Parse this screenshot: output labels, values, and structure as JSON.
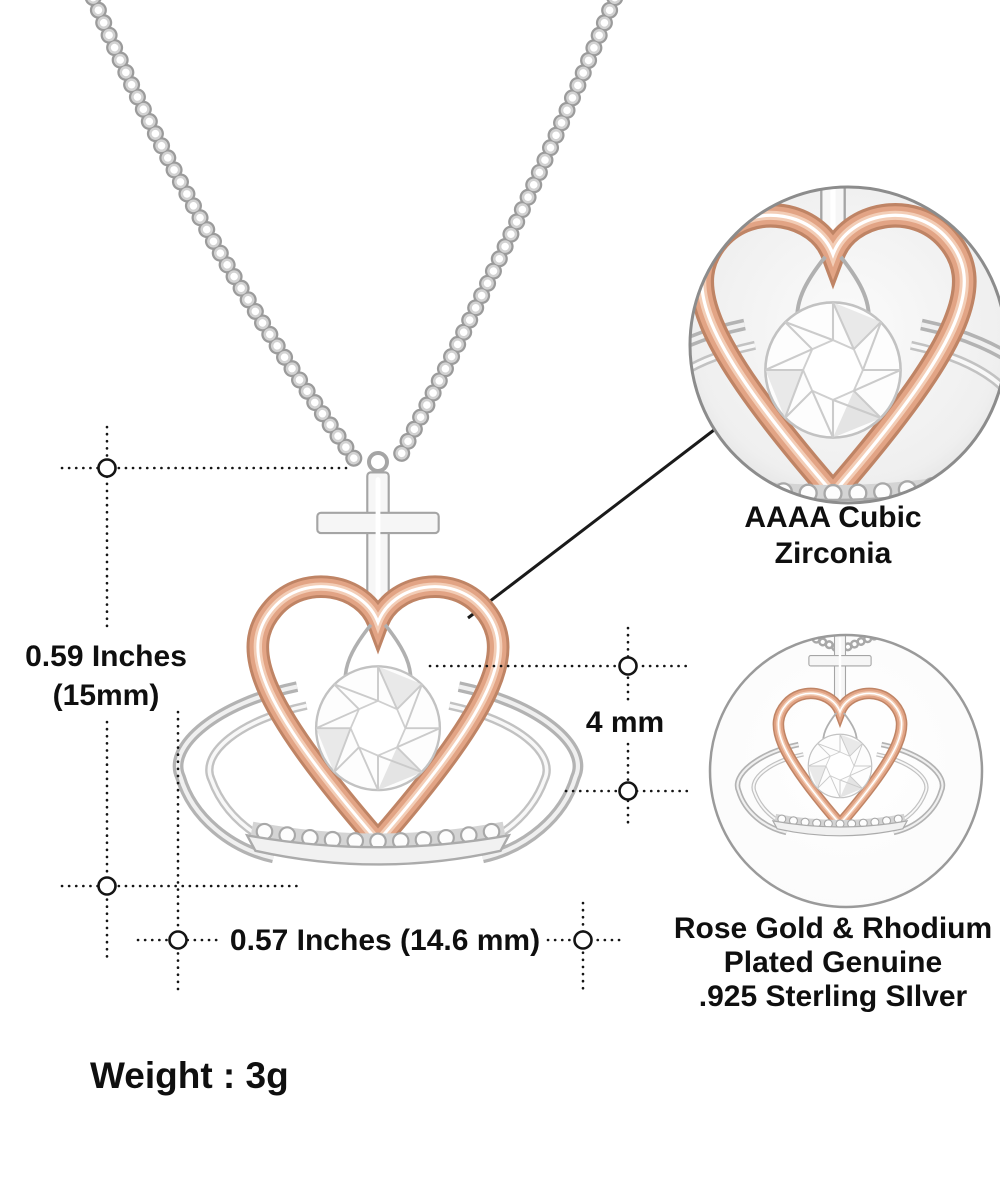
{
  "measurements": {
    "height": {
      "line1": "0.59 Inches",
      "line2": "(15mm)"
    },
    "width": {
      "label": "0.57 Inches (14.6 mm)"
    },
    "stone": {
      "label": "4 mm"
    },
    "weight": {
      "label": "Weight : 3g"
    }
  },
  "callouts": {
    "top": {
      "line1": "AAAA Cubic",
      "line2": "Zirconia"
    },
    "bottom": {
      "line1": "Rose Gold & Rhodium",
      "line2": "Plated Genuine",
      "line3": ".925  Sterling SIlver"
    }
  },
  "colors": {
    "rose_gold": "#e2a485",
    "silver": "#9b9b9b",
    "annotation": "#0f0f0f",
    "background": "#ffffff"
  }
}
